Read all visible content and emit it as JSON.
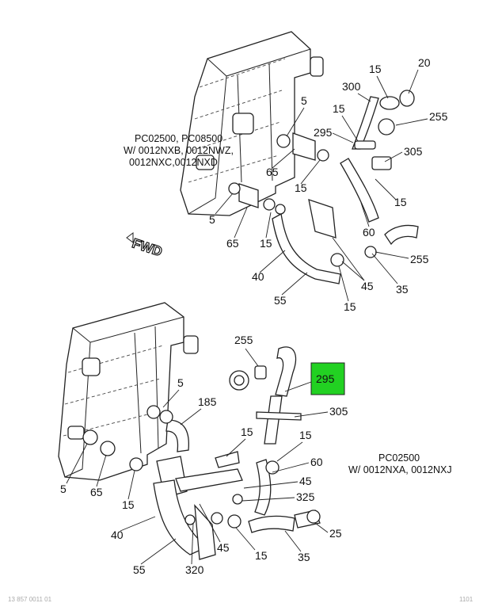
{
  "upper_assembly": {
    "note_lines": [
      "PC02500, PC08500",
      "W/ 0012NXB, 0012NWZ,",
      "0012NXC,0012NXD"
    ],
    "callouts": [
      "20",
      "15",
      "300",
      "255",
      "15",
      "5",
      "295",
      "305",
      "65",
      "15",
      "15",
      "5",
      "65",
      "15",
      "60",
      "255",
      "40",
      "45",
      "55",
      "35",
      "15"
    ]
  },
  "lower_assembly": {
    "note_lines": [
      "PC02500",
      "W/ 0012NXA, 0012NXJ"
    ],
    "callouts": [
      "255",
      "295",
      "5",
      "185",
      "305",
      "15",
      "15",
      "60",
      "45",
      "325",
      "5",
      "65",
      "15",
      "40",
      "25",
      "45",
      "15",
      "35",
      "55",
      "320"
    ]
  },
  "orientation_label": "FWD",
  "highlight": {
    "part_number": "295",
    "color": "#22d122"
  },
  "footer_left": "13 857 0011 01",
  "footer_right": "1101"
}
